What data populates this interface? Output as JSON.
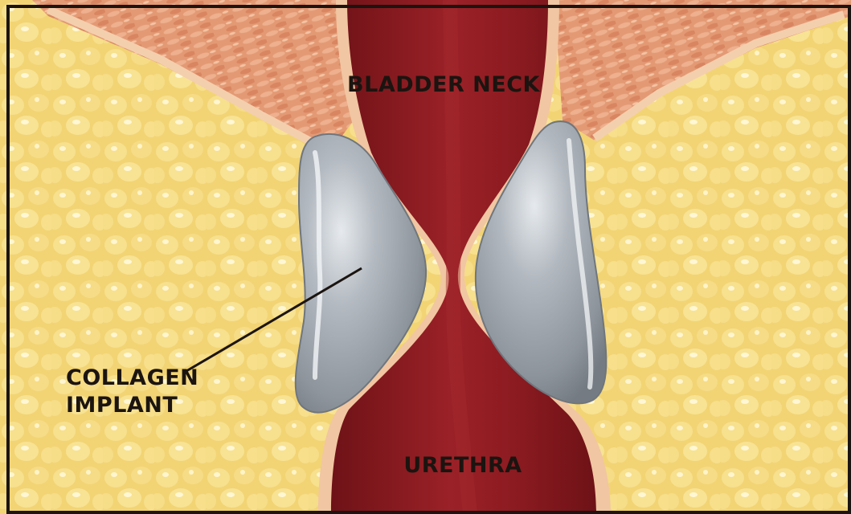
{
  "labels": {
    "bladder_neck": "BLADDER NECK",
    "urethra": "URETHRA",
    "collagen_implant_line1": "COLLAGEN",
    "collagen_implant_line2": "IMPLANT"
  },
  "colors": {
    "fat_tissue": "#f3d77a",
    "fat_highlight": "#fff3c4",
    "muscle": "#dd8c66",
    "muscle_light": "#efb291",
    "lumen_wall": "#f1c6a2",
    "lumen": "#8f1c22",
    "lumen_dark": "#6e1217",
    "implant": "#a7adb4",
    "implant_highlight": "#e4e8ec",
    "border": "#1b1410"
  }
}
